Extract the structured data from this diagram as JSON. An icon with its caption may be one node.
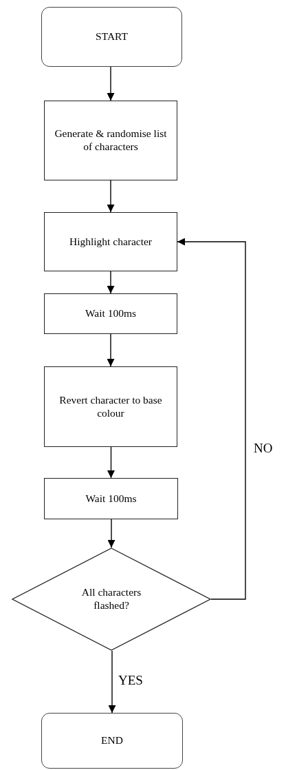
{
  "diagram": {
    "nodes": [
      {
        "text": [
          "START"
        ]
      },
      {
        "text": [
          "Generate & randomise list of characters"
        ]
      },
      {
        "text": [
          "Highlight character"
        ]
      },
      {
        "text": [
          "Wait 100ms"
        ]
      },
      {
        "text": [
          "Revert character to base colour"
        ]
      },
      {
        "text": [
          "Wait 100ms"
        ]
      },
      {
        "text": [
          "All characters flashed?"
        ]
      },
      {
        "text": [
          "END"
        ]
      }
    ],
    "edges": [
      {
        "from": 0,
        "to": 1,
        "arrow": "to"
      },
      {
        "from": 1,
        "to": 2,
        "arrow": "to"
      },
      {
        "from": 2,
        "to": 3,
        "arrow": "to"
      },
      {
        "from": 3,
        "to": 4,
        "arrow": "to"
      },
      {
        "from": 4,
        "to": 5,
        "arrow": "to"
      },
      {
        "from": 5,
        "to": 6,
        "arrow": "to"
      },
      {
        "from": 6,
        "to": 2,
        "arrow": "to",
        "label": "NO"
      },
      {
        "from": 6,
        "to": 7,
        "arrow": "to",
        "label": "YES"
      }
    ]
  }
}
